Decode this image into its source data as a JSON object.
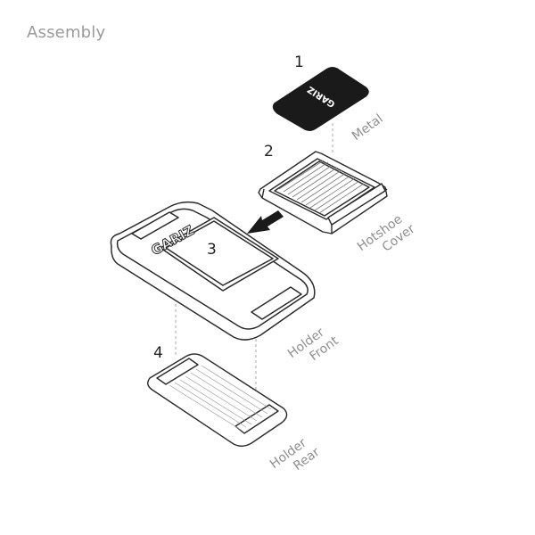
{
  "title": "Assembly",
  "parts": [
    {
      "number": "1",
      "label_lines": [
        "Metal"
      ]
    },
    {
      "number": "2",
      "label_lines": [
        "Hotshoe",
        "Cover"
      ]
    },
    {
      "number": "3",
      "label_lines": [
        "Holder",
        "Front"
      ]
    },
    {
      "number": "4",
      "label_lines": [
        "Holder",
        "Rear"
      ]
    }
  ],
  "brand": "GARIZ",
  "colors": {
    "line": "#2a2a2a",
    "label": "#8f8f8f",
    "metal": "#1a1a1a",
    "dash": "#aaaaaa"
  }
}
